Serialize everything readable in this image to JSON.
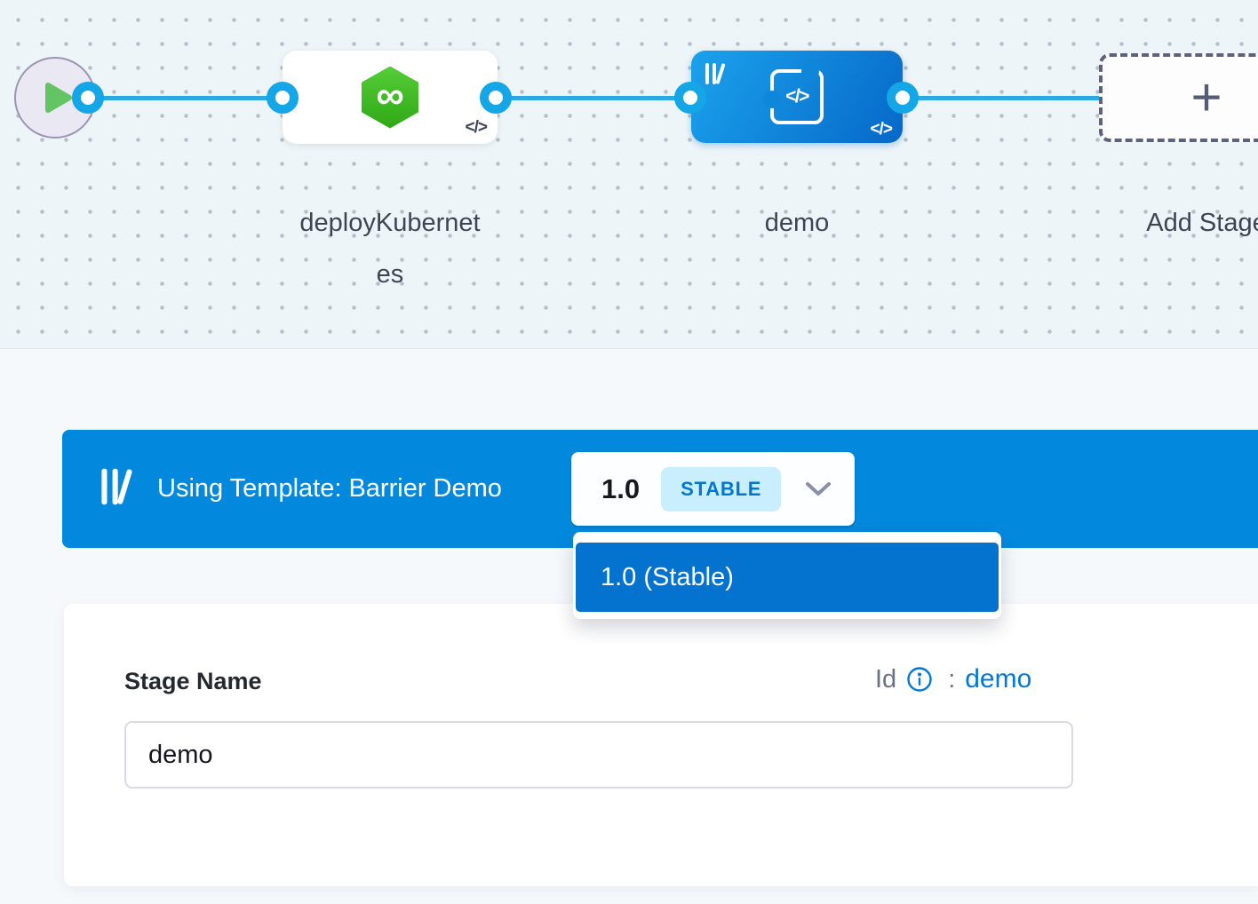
{
  "canvas": {
    "nodes": {
      "deploy": {
        "label_line1": "deployKubernet",
        "label_line2": "es"
      },
      "demo": {
        "label": "demo"
      },
      "add_stage": {
        "label": "Add Stage"
      }
    }
  },
  "icons": {
    "code": "</>",
    "plus": "+",
    "infinity": "∞"
  },
  "template_banner": {
    "label": "Using Template: Barrier Demo",
    "version": "1.0",
    "badge": "STABLE"
  },
  "version_dropdown": {
    "selected_item": "1.0 (Stable)"
  },
  "stage_form": {
    "name_label": "Stage Name",
    "id_label": "Id",
    "colon": ":",
    "id_value": "demo",
    "name_value": "demo"
  },
  "colors": {
    "banner_blue": "#0289de",
    "dropdown_item_blue": "#0473cf",
    "link_blue": "#0278d5",
    "stable_badge_bg": "#c9eefd",
    "connector_blue": "#2aa9e2",
    "node_gradient_start": "#1ba2ec",
    "node_gradient_end": "#0668c8",
    "deploy_green_start": "#55cd38",
    "deploy_green_end": "#2fa816",
    "canvas_bg": "#eef5f8"
  }
}
